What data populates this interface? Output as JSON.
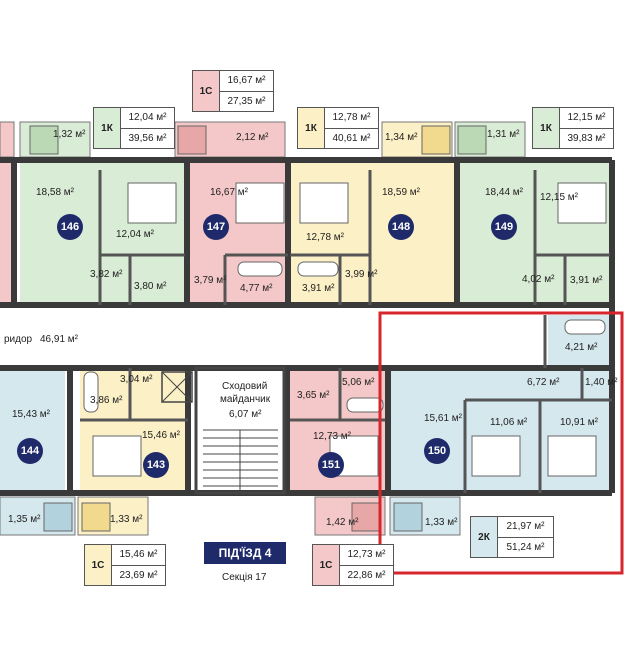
{
  "apartments": [
    {
      "number": "146",
      "rooms": [
        "18,58 м²",
        "12,04 м²",
        "3,82 м²",
        "3,80 м²"
      ],
      "balcony": "1,32 м²"
    },
    {
      "number": "147",
      "rooms": [
        "16,67 м²",
        "3,79 м²",
        "4,77 м²"
      ],
      "balcony": "2,12 м²"
    },
    {
      "number": "148",
      "rooms": [
        "12,78 м²",
        "18,59 м²",
        "3,91 м²",
        "3,99 м²"
      ],
      "balcony": "1,34 м²"
    },
    {
      "number": "149",
      "rooms": [
        "18,44 м²",
        "12,15 м²",
        "4,02 м²",
        "3,91 м²"
      ],
      "balcony": "1,31 м²"
    },
    {
      "number": "144",
      "rooms": [
        "15,43 м²"
      ],
      "balcony": "1,35 м²"
    },
    {
      "number": "143",
      "rooms": [
        "15,46 м²",
        "3,04 м²",
        "3,86 м²"
      ],
      "balcony": "1,33 м²"
    },
    {
      "number": "151",
      "rooms": [
        "12,73 м²",
        "5,06 м²",
        "3,65 м²"
      ],
      "balcony": "1,42 м²"
    },
    {
      "number": "150",
      "rooms": [
        "15,61 м²",
        "11,06 м²",
        "10,91 м²",
        "6,72 м²",
        "4,21 м²",
        "1,40 м²"
      ],
      "balcony": "1,33 м²"
    }
  ],
  "cards": [
    {
      "type": "1С",
      "living": "16,67 м²",
      "total": "27,35 м²"
    },
    {
      "type": "1К",
      "living": "12,04 м²",
      "total": "39,56 м²"
    },
    {
      "type": "1К",
      "living": "12,78 м²",
      "total": "40,61 м²"
    },
    {
      "type": "1К",
      "living": "12,15 м²",
      "total": "39,83 м²"
    },
    {
      "type": "1С",
      "living": "15,46 м²",
      "total": "23,69 м²"
    },
    {
      "type": "1С",
      "living": "12,73 м²",
      "total": "22,86 м²"
    },
    {
      "type": "2К",
      "living": "21,97 м²",
      "total": "51,24 м²"
    }
  ],
  "corridor": {
    "label": "ридор",
    "area": "46,91 м²"
  },
  "stairs": {
    "line1": "Сходовий",
    "line2": "майданчик",
    "area": "6,07 м²"
  },
  "entrance": {
    "title": "ПІД'ЇЗД 4",
    "section": "Секція 17"
  },
  "colors": {
    "wall": "#3a3a3a",
    "green": "#d9ecd5",
    "red": "#f4c8c8",
    "yellow": "#fbf0c6",
    "blue": "#d5e8ee",
    "badge": "#1f2a6b",
    "highlight": "#d6262b"
  }
}
